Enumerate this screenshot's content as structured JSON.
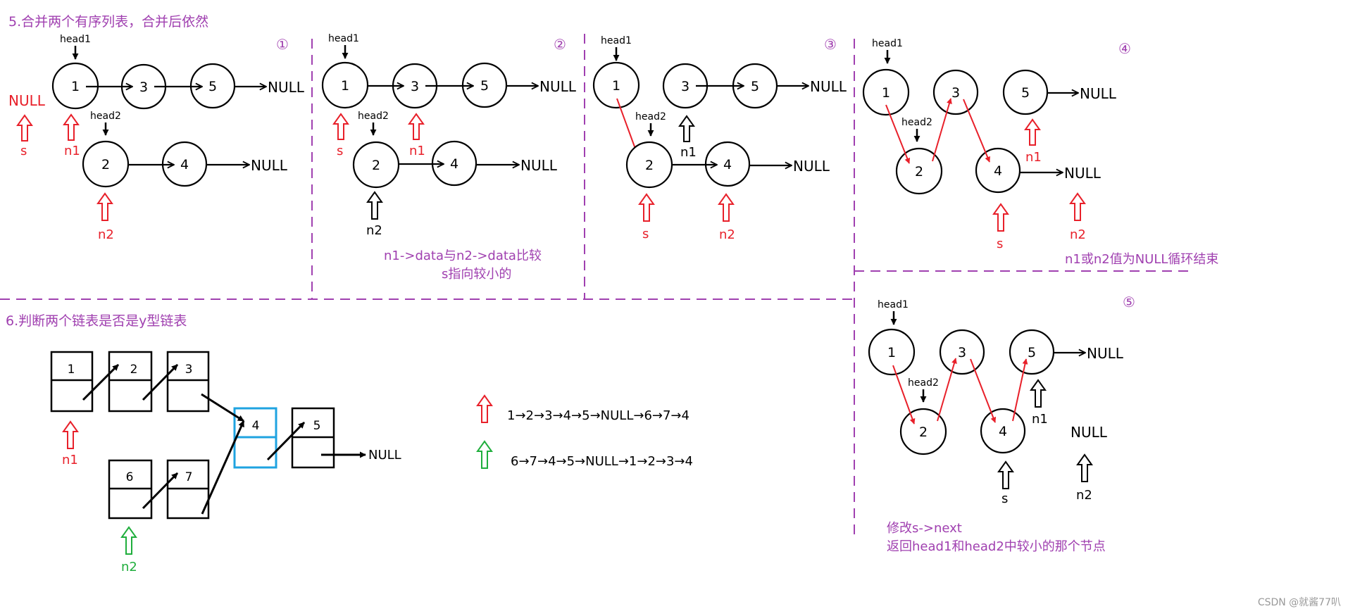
{
  "sections": {
    "merge_title": "5.合并两个有序列表，合并后依然",
    "ytype_title": "6.判断两个链表是否是y型链表"
  },
  "steps": [
    "①",
    "②",
    "③",
    "④",
    "⑤"
  ],
  "labels": {
    "head1": "head1",
    "head2": "head2",
    "null": "NULL",
    "s": "s",
    "n1": "n1",
    "n2": "n2"
  },
  "nodes": {
    "one": "1",
    "two": "2",
    "three": "3",
    "four": "4",
    "five": "5",
    "six": "6",
    "seven": "7"
  },
  "notes": {
    "compare_line1": "n1->data与n2->data比较",
    "compare_line2": "s指向较小的",
    "loop_end": "n1或n2值为NULL循环结束",
    "modify_next": "修改s->next",
    "return_smaller": "返回head1和head2中较小的那个节点"
  },
  "sequences": {
    "red": "1→2→3→4→5→NULL→6→7→4",
    "green": "6→7→4→5→NULL→1→2→3→4"
  },
  "watermark": "CSDN @就酱77叭",
  "colors": {
    "red": "#e8202a",
    "green": "#1fae3c",
    "purple": "#a040b0",
    "blue": "#1fa3e0",
    "black": "#000000"
  }
}
